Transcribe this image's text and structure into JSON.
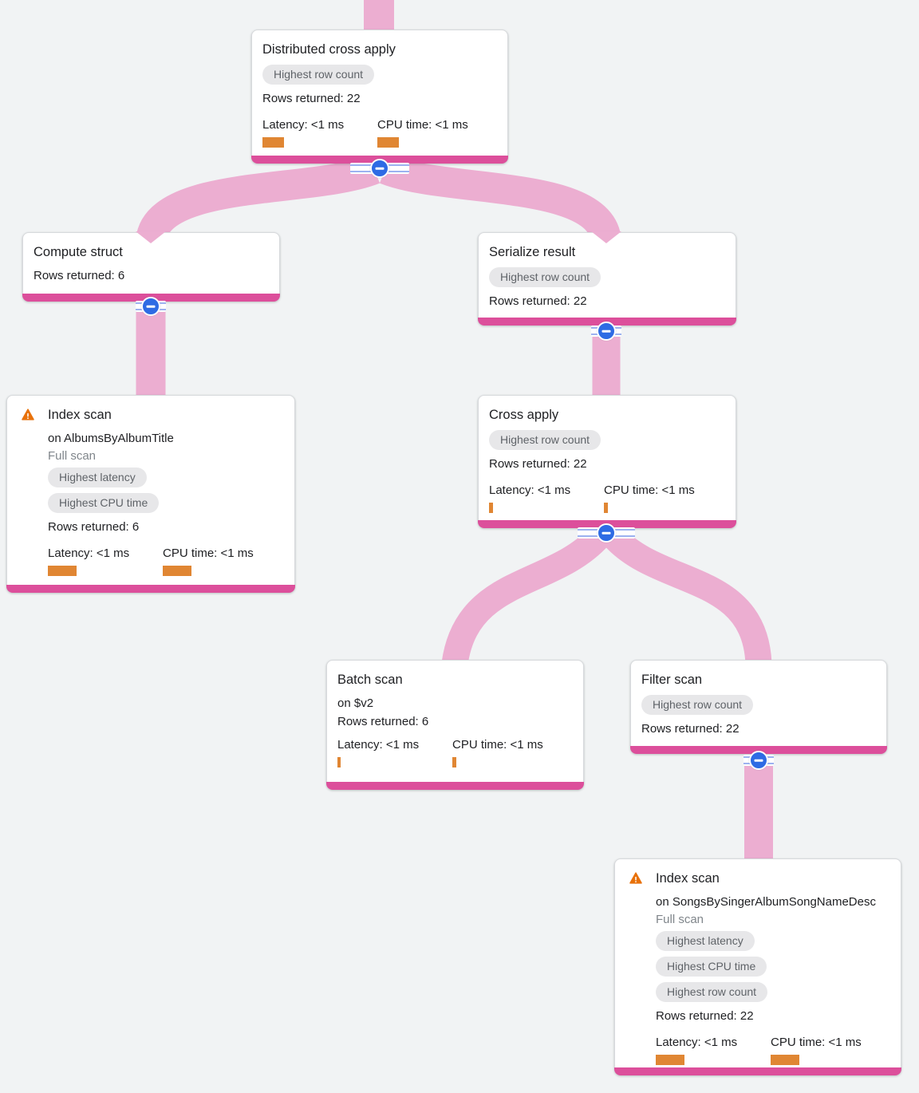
{
  "colors": {
    "background": "#f1f3f4",
    "card-bg": "#ffffff",
    "card-border": "#d7d9dc",
    "title-text": "#202124",
    "body-text": "#202124",
    "muted-text": "#80868b",
    "badge-bg": "#e7e7e9",
    "badge-text": "#5f6368",
    "accent-magenta": "#dc4f9b",
    "edge-pink": "#ecaed1",
    "metric-orange": "#e08633",
    "warning-orange": "#e8710a",
    "collapse-blue": "#2e6be4",
    "collapse-line": "#9cb2f0"
  },
  "nodes": {
    "distributed_cross_apply": {
      "title": "Distributed cross apply",
      "badges": [
        "Highest row count"
      ],
      "rows_returned": "Rows returned: 22",
      "latency_label": "Latency: <1 ms",
      "cpu_label": "CPU time: <1 ms",
      "latency_bar_style": "width:27px",
      "cpu_bar_style": "width:27px"
    },
    "compute_struct": {
      "title": "Compute struct",
      "rows_returned": "Rows returned: 6"
    },
    "serialize_result": {
      "title": "Serialize result",
      "badges": [
        "Highest row count"
      ],
      "rows_returned": "Rows returned: 22"
    },
    "index_scan_albums": {
      "title": "Index scan",
      "subtitle": "on AlbumsByAlbumTitle",
      "scan_type": "Full scan",
      "badges": [
        "Highest latency",
        "Highest CPU time"
      ],
      "rows_returned": "Rows returned: 6",
      "latency_label": "Latency: <1 ms",
      "cpu_label": "CPU time: <1 ms",
      "latency_bar_style": "width:36px",
      "cpu_bar_style": "width:36px"
    },
    "cross_apply": {
      "title": "Cross apply",
      "badges": [
        "Highest row count"
      ],
      "rows_returned": "Rows returned: 22",
      "latency_label": "Latency: <1 ms",
      "cpu_label": "CPU time: <1 ms",
      "latency_bar_style": "width:5px",
      "cpu_bar_style": "width:5px"
    },
    "batch_scan": {
      "title": "Batch scan",
      "subtitle": "on $v2",
      "rows_returned": "Rows returned: 6",
      "latency_label": "Latency: <1 ms",
      "cpu_label": "CPU time: <1 ms",
      "latency_bar_style": "width:4px",
      "cpu_bar_style": "width:5px"
    },
    "filter_scan": {
      "title": "Filter scan",
      "badges": [
        "Highest row count"
      ],
      "rows_returned": "Rows returned: 22"
    },
    "index_scan_songs": {
      "title": "Index scan",
      "subtitle": "on SongsBySingerAlbumSongNameDesc",
      "scan_type": "Full scan",
      "badges": [
        "Highest latency",
        "Highest CPU time",
        "Highest row count"
      ],
      "rows_returned": "Rows returned: 22",
      "latency_label": "Latency: <1 ms",
      "cpu_label": "CPU time: <1 ms",
      "latency_bar_style": "width:36px",
      "cpu_bar_style": "width:36px"
    }
  }
}
